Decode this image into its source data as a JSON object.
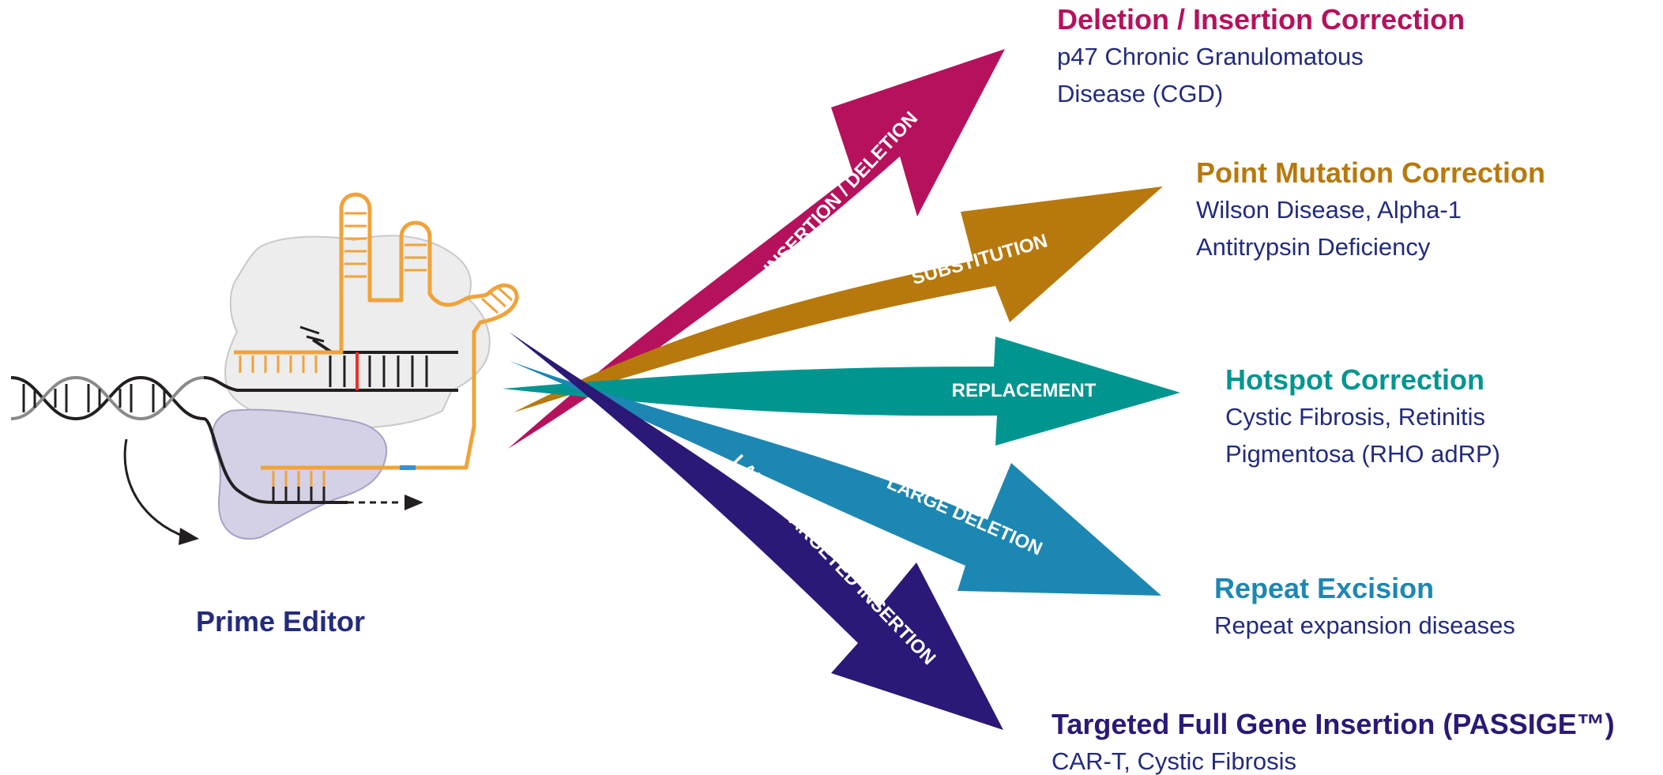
{
  "editor": {
    "label": "Prime Editor"
  },
  "arrows": [
    {
      "id": "insertion-deletion",
      "label": "INSERTION / DELETION",
      "color": "#b6115c"
    },
    {
      "id": "substitution",
      "label": "SUBSTITUTION",
      "color": "#b7790d"
    },
    {
      "id": "replacement",
      "label": "REPLACEMENT",
      "color": "#00958f"
    },
    {
      "id": "large-deletion",
      "label": "LARGE DELETION",
      "color": "#1d87b3"
    },
    {
      "id": "large-targeted-insertion",
      "label": "LARGE TARGETED INSERTION",
      "color": "#2c1877"
    }
  ],
  "outcomes": [
    {
      "title": "Deletion / Insertion Correction",
      "desc1": "p47 Chronic Granulomatous",
      "desc2": "Disease (CGD)",
      "color": "#b6115c"
    },
    {
      "title": "Point Mutation Correction",
      "desc1": "Wilson Disease, Alpha-1",
      "desc2": "Antitrypsin Deficiency",
      "color": "#b7790d"
    },
    {
      "title": "Hotspot Correction",
      "desc1": "Cystic Fibrosis, Retinitis",
      "desc2": "Pigmentosa (RHO adRP)",
      "color": "#00958f"
    },
    {
      "title": "Repeat Excision",
      "desc1": "Repeat expansion diseases",
      "desc2": "",
      "color": "#1d87b3"
    },
    {
      "title": "Targeted Full Gene Insertion (PASSIGE™)",
      "desc1": "CAR-T, Cystic Fibrosis",
      "desc2": "",
      "color": "#2c1877"
    }
  ],
  "colors": {
    "label_text": "#232b7e",
    "rna_strand": "#f0a33a",
    "mismatch": "#e8332a",
    "protein_gray": "#ededed",
    "rt_domain": "#d4d0e6"
  }
}
